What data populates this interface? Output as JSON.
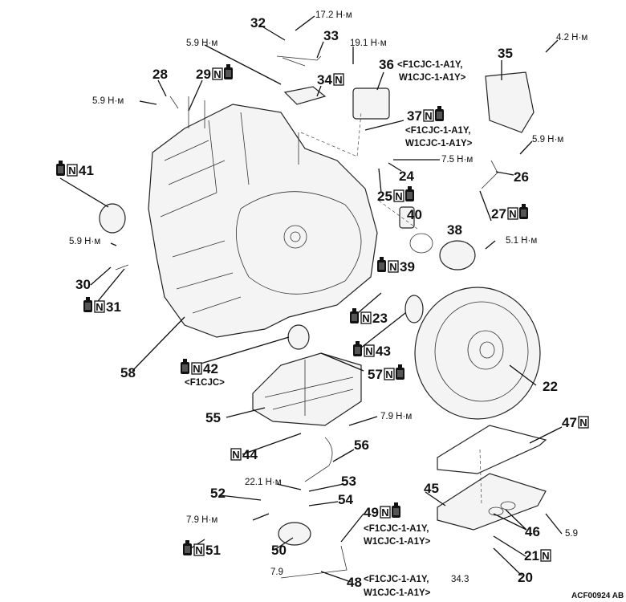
{
  "diagram_code": "ACF00924 AB",
  "badges": {
    "new_part": "N",
    "new_part_icon": "new-part-square-icon",
    "fluid_icon": "fluid-bottle-icon"
  },
  "labels": [
    {
      "text": "32"
    },
    {
      "text": "33"
    },
    {
      "text": "28"
    },
    {
      "text": "29",
      "n": true,
      "oil": true
    },
    {
      "text": "34",
      "n": true
    },
    {
      "text": "36"
    },
    {
      "text": "35"
    },
    {
      "text": "37",
      "n": true,
      "oil": true
    },
    {
      "text": "24"
    },
    {
      "text": "26"
    },
    {
      "text": "41",
      "n": true,
      "oil": true,
      "pre": true
    },
    {
      "text": "25",
      "n": true,
      "oil": true
    },
    {
      "text": "27",
      "n": true,
      "oil": true
    },
    {
      "text": "40"
    },
    {
      "text": "38"
    },
    {
      "text": "39",
      "n": true,
      "oil": true,
      "pre": true
    },
    {
      "text": "30"
    },
    {
      "text": "31",
      "n": true,
      "oil": true,
      "pre": true
    },
    {
      "text": "23",
      "n": true,
      "oil": true,
      "pre": true
    },
    {
      "text": "43",
      "n": true,
      "oil": true,
      "pre": true
    },
    {
      "text": "58"
    },
    {
      "text": "42",
      "n": true,
      "oil": true,
      "pre": true
    },
    {
      "text": "57",
      "n": true,
      "oil": true
    },
    {
      "text": "22"
    },
    {
      "text": "55"
    },
    {
      "text": "47",
      "n": true
    },
    {
      "text": "44",
      "n": true,
      "pre": true
    },
    {
      "text": "56"
    },
    {
      "text": "53"
    },
    {
      "text": "52"
    },
    {
      "text": "45"
    },
    {
      "text": "54"
    },
    {
      "text": "49",
      "n": true,
      "oil": true
    },
    {
      "text": "46"
    },
    {
      "text": "50"
    },
    {
      "text": "51",
      "n": true,
      "oil": true,
      "pre": true
    },
    {
      "text": "21",
      "n": true
    },
    {
      "text": "20"
    },
    {
      "text": "48"
    }
  ],
  "torques": [
    "17.2 Н·м",
    "5.9 Н·м",
    "19.1 Н·м",
    "4.2 Н·м",
    "5.9 Н·м",
    "5.9 Н·м",
    "7.5 Н·м",
    "5.1 Н·м",
    "5.9 Н·м",
    "7.9 Н·м",
    "22.1 Н·м",
    "7.9 Н·м",
    "5.9",
    "7.9",
    "34.3"
  ],
  "notes": {
    "n36_line1": "<F1CJC-1-A1Y,",
    "n36_line2": "W1CJC-1-A1Y>",
    "n37_line1": "<F1CJC-1-A1Y,",
    "n37_line2": "W1CJC-1-A1Y>",
    "n42": "<F1CJC>",
    "n49_line1": "<F1CJC-1-A1Y,",
    "n49_line2": "W1CJC-1-A1Y>",
    "n48_line1": "<F1CJC-1-A1Y,",
    "n48_line2": "W1CJC-1-A1Y>"
  }
}
